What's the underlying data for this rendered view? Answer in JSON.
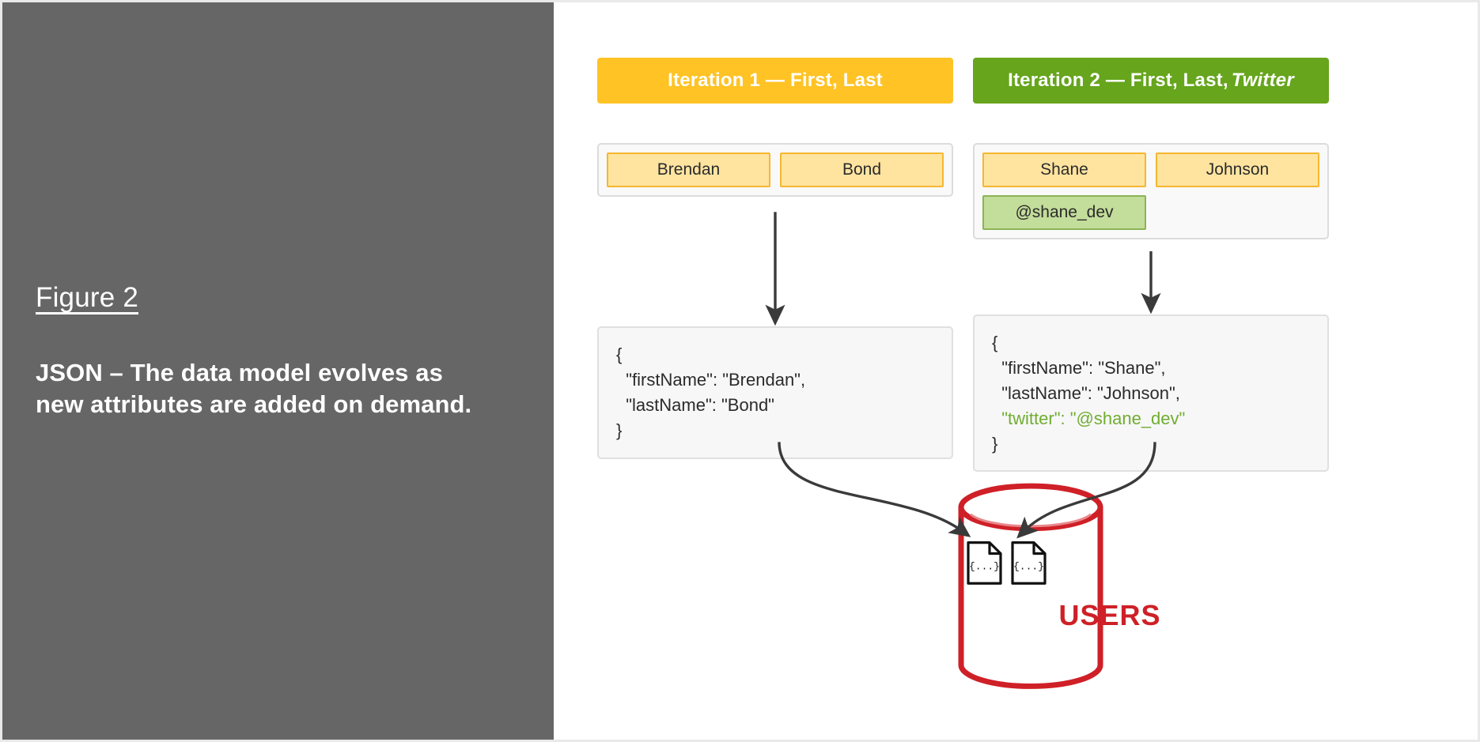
{
  "sidebar": {
    "figure_label": "Figure 2",
    "description": "JSON – The data model evolves as new attributes are added on demand.",
    "background_color": "#666666"
  },
  "colors": {
    "iteration1_accent": "#ffc325",
    "iteration2_accent": "#66a51c",
    "chip_yellow_fill": "#ffe4a0",
    "chip_yellow_border": "#f5b731",
    "chip_green_fill": "#c3dd9a",
    "chip_green_border": "#8cb457",
    "database_red": "#cf2027",
    "json_green_text": "#70ad32"
  },
  "columns": [
    {
      "banner": {
        "prefix": "Iteration 1 — First, Last",
        "italic": "",
        "style": "yellow"
      },
      "attributes": [
        {
          "label": "Brendan",
          "style": "yellow"
        },
        {
          "label": "Bond",
          "style": "yellow"
        }
      ],
      "json_lines": [
        {
          "text": "{",
          "style": "plain"
        },
        {
          "text": "  \"firstName\": \"Brendan\",",
          "style": "plain"
        },
        {
          "text": "  \"lastName\": \"Bond\"",
          "style": "plain"
        },
        {
          "text": "}",
          "style": "plain"
        }
      ]
    },
    {
      "banner": {
        "prefix": "Iteration 2 — First, Last,",
        "italic": "Twitter",
        "style": "green"
      },
      "attributes": [
        {
          "label": "Shane",
          "style": "yellow"
        },
        {
          "label": "Johnson",
          "style": "yellow"
        },
        {
          "label": "@shane_dev",
          "style": "green"
        }
      ],
      "json_lines": [
        {
          "text": "{",
          "style": "plain"
        },
        {
          "text": "  \"firstName\": \"Shane\",",
          "style": "plain"
        },
        {
          "text": "  \"lastName\": \"Johnson\",",
          "style": "plain"
        },
        {
          "text": "  \"twitter\": \"@shane_dev\"",
          "style": "green"
        },
        {
          "text": "}",
          "style": "plain"
        }
      ]
    }
  ],
  "database": {
    "label": "USERS",
    "document_glyph": "{...}",
    "document_count": 2
  }
}
